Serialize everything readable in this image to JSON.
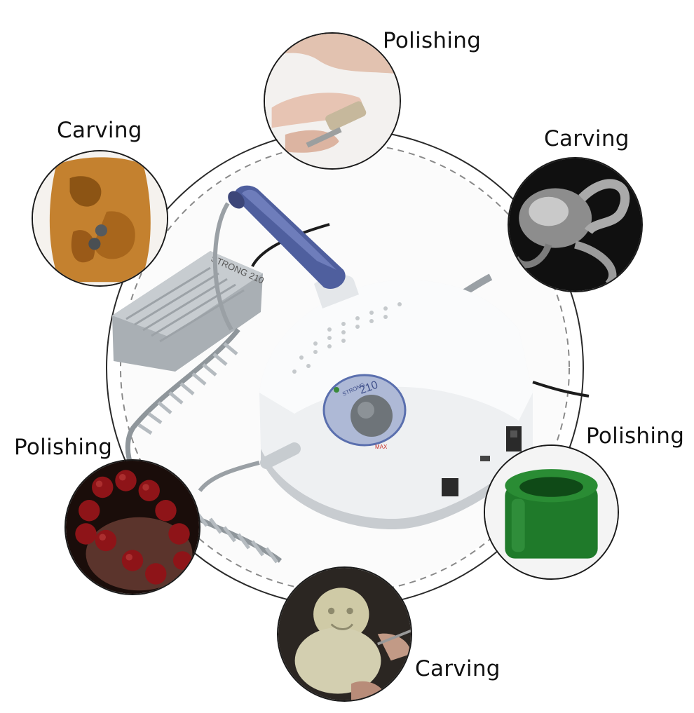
{
  "labels": {
    "top": "Polishing",
    "upper_left": "Carving",
    "upper_right": "Carving",
    "middle_left": "Polishing",
    "middle_right": "Polishing",
    "bottom": "Carving"
  },
  "device": {
    "pedal_brand_text": "STRONG 210",
    "panel_model_text": "210",
    "panel_label": "STRONG",
    "panel_max_mark": "MAX"
  },
  "colors": {
    "device_white": "#f4f5f6",
    "handpiece_blue": "#4f5f9e",
    "pedal_grey": "#b7bcc0",
    "jade_green": "#1f7a2a",
    "rosewood_red": "#8e1418",
    "amber_carving": "#c4812f"
  }
}
